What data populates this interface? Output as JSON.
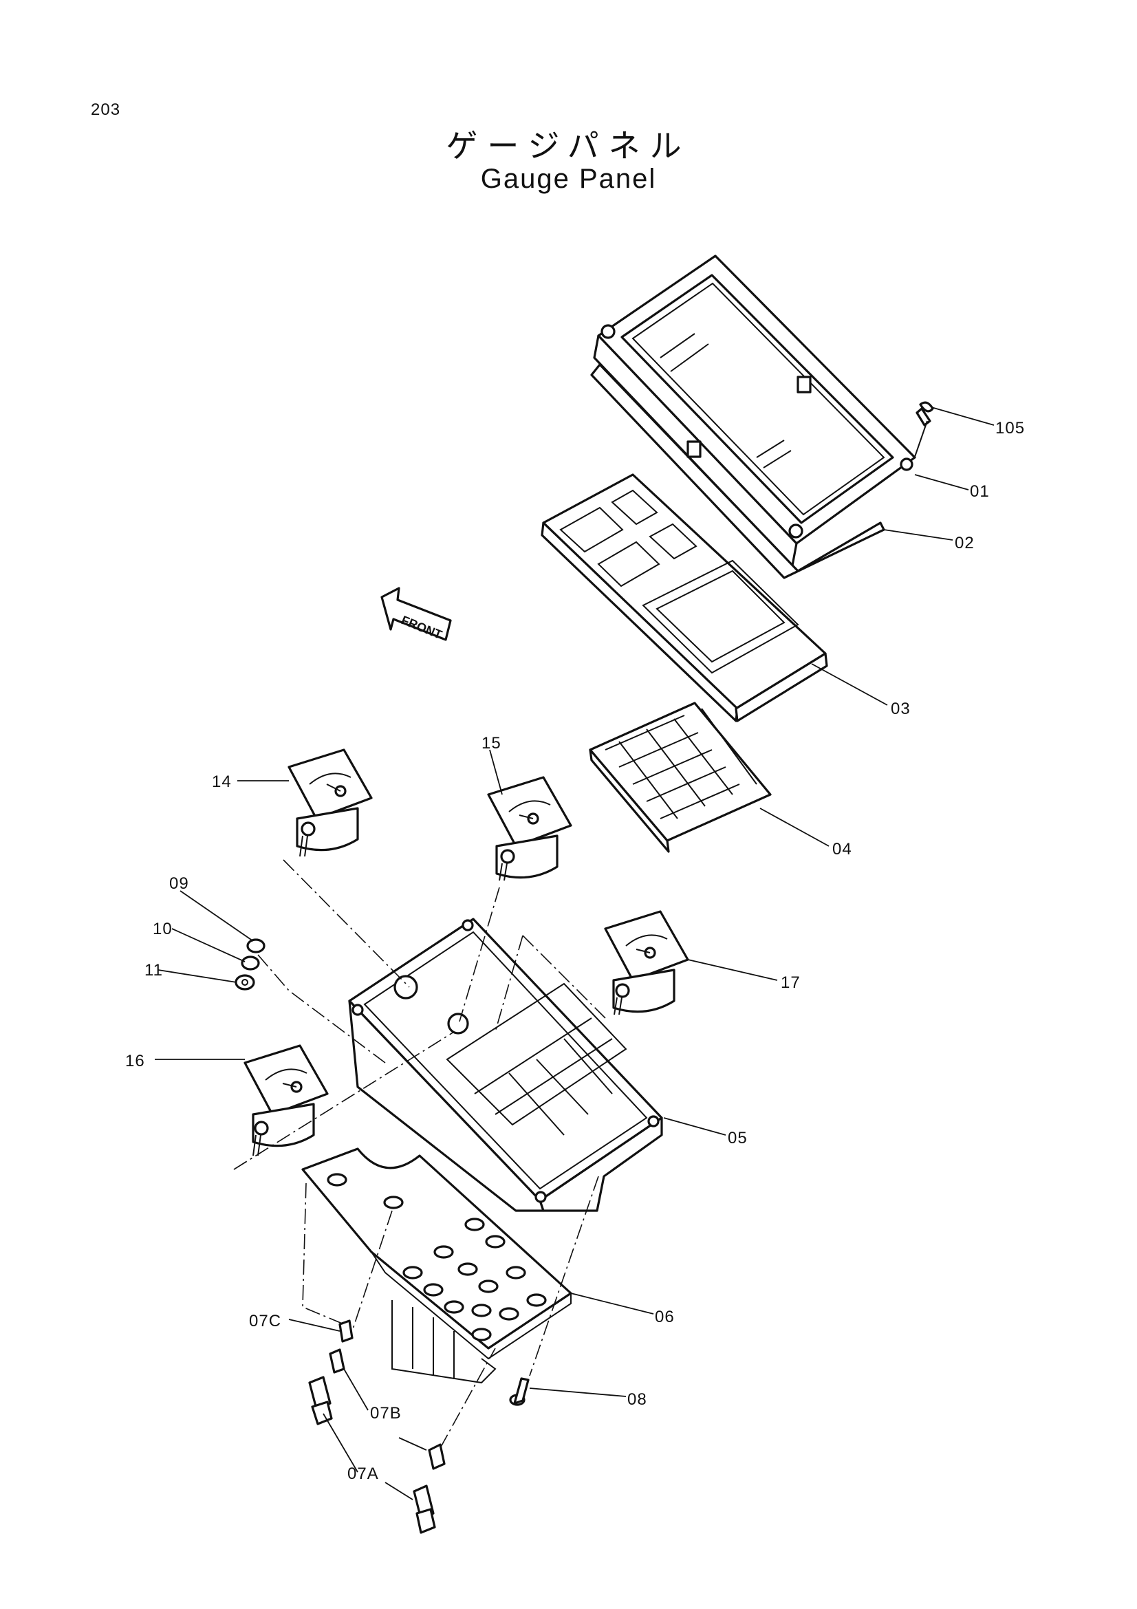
{
  "page_number": "203",
  "title_jp": "ゲージパネル",
  "title_en": "Gauge Panel",
  "front_label": "FRONT",
  "part_labels": {
    "p105": "105",
    "p01": "01",
    "p02": "02",
    "p03": "03",
    "p04": "04",
    "p05": "05",
    "p06": "06",
    "p07a": "07A",
    "p07b": "07B",
    "p07c": "07C",
    "p08": "08",
    "p09": "09",
    "p10": "10",
    "p11": "11",
    "p14": "14",
    "p15": "15",
    "p16": "16",
    "p17": "17"
  }
}
